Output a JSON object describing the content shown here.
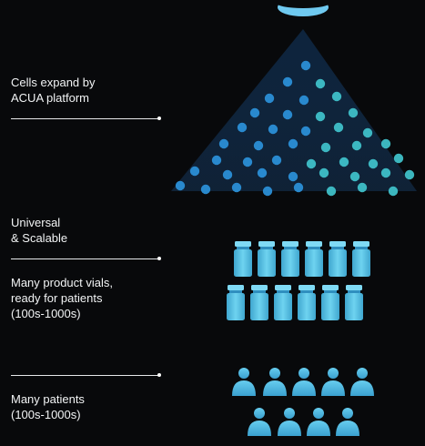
{
  "labels": {
    "expand": "Cells expand by\nACUA platform",
    "universal": "Universal\n& Scalable",
    "vials": "Many product vials,\nready for patients\n(100s-1000s)",
    "patients": "Many patients\n(100s-1000s)"
  },
  "colors": {
    "background": "#08090b",
    "text": "#f2f4f5",
    "cell_blue": "#2b8fd6",
    "cell_teal": "#3fc0c8",
    "vial": "#5cc6e8",
    "person": "#4fb9e3",
    "cone": "#1d4f86"
  },
  "icons": {
    "cells": "cell-dot-icon",
    "vials": "vial-icon",
    "patients": "person-icon"
  }
}
